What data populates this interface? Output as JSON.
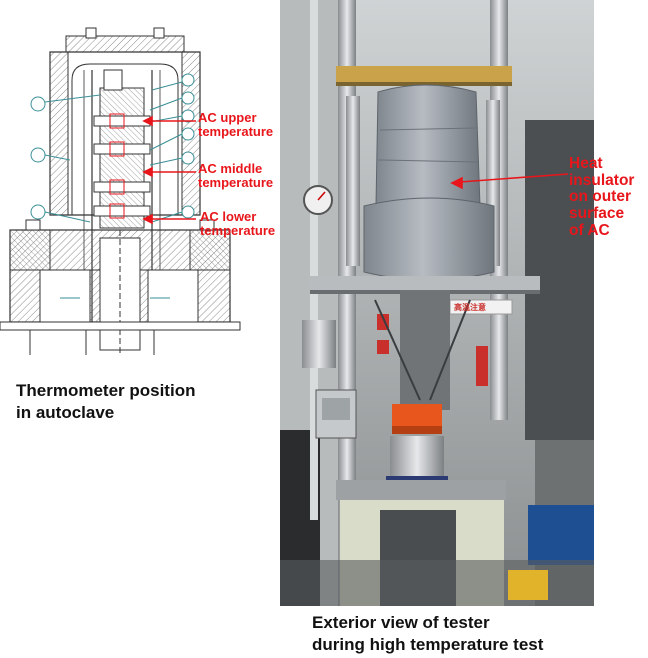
{
  "left_figure": {
    "labels": {
      "upper": "AC upper temperature",
      "middle": "AC middle temperature",
      "lower": "AC lower temperature"
    },
    "caption_line1": "Thermometer position",
    "caption_line2": "in autoclave"
  },
  "right_figure": {
    "heat_label_lines": [
      "Heat",
      "insulator",
      "on outer",
      "surface",
      "of AC"
    ],
    "plate_left_text": "高温注意",
    "caption_line1": "Exterior view of tester",
    "caption_line2": "during high temperature test"
  },
  "colors": {
    "label_red": "#e8161b",
    "drawing_teal": "#3a8f96",
    "insulator_gray": "#9aa1a8"
  }
}
